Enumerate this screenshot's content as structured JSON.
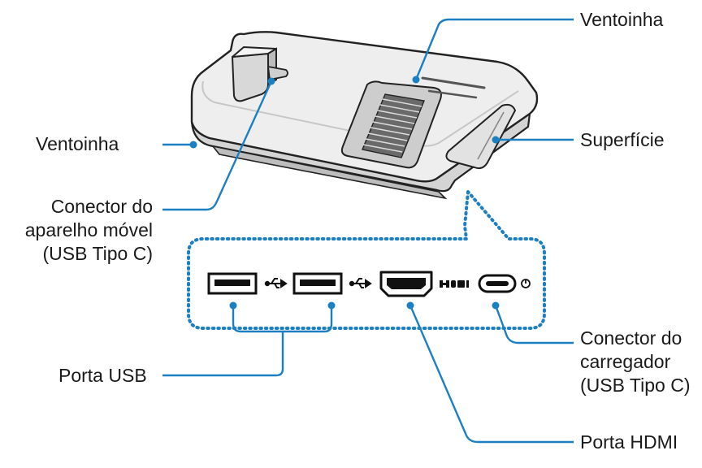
{
  "labels": {
    "fan_top": "Ventoinha",
    "fan_left": "Ventoinha",
    "surface": "Superfície",
    "mobile_connector": [
      "Conector do",
      "aparelho móvel",
      "(USB Tipo C)"
    ],
    "usb_port": "Porta USB",
    "charger_connector": [
      "Conector do",
      "carregador",
      "(USB Tipo C)"
    ],
    "hdmi_port": "Porta HDMI"
  },
  "port_icons": {
    "usb_1": "usb-symbol-icon",
    "usb_2": "usb-symbol-icon",
    "hdmi": "hdmi-logo-icon",
    "power": "power-icon"
  },
  "colors": {
    "leader_line": "#1b7fc2",
    "dotted_outline": "#1b7fc2",
    "device_outline": "#222222",
    "device_fill_top": "#f2f2f2",
    "device_fill_side": "#d9d9d9"
  }
}
